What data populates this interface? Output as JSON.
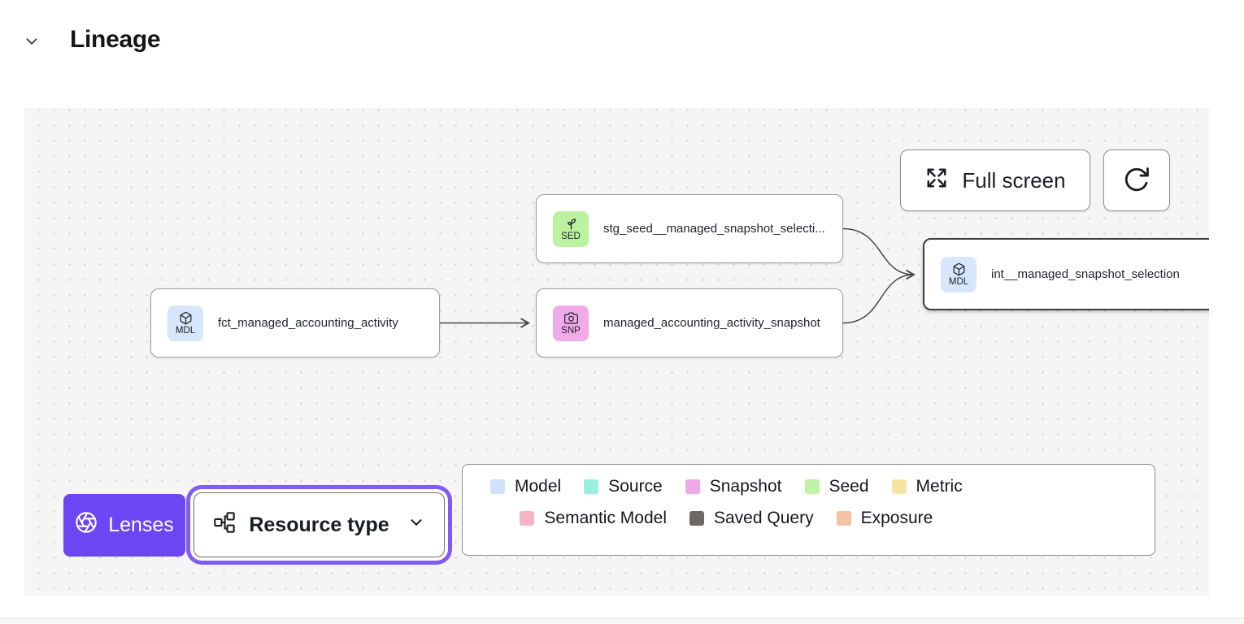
{
  "header": {
    "title": "Lineage"
  },
  "canvas": {
    "controls": {
      "full_screen_label": "Full screen"
    },
    "nodes": [
      {
        "badge": "MDL",
        "type": "model",
        "label": "fct_managed_accounting_activity",
        "badge_color": "#d8e6fb",
        "selected": false
      },
      {
        "badge": "SED",
        "type": "seed",
        "label": "stg_seed__managed_snapshot_selecti...",
        "badge_color": "#bbf2a0",
        "selected": false
      },
      {
        "badge": "SNP",
        "type": "snapshot",
        "label": "managed_accounting_activity_snapshot",
        "badge_color": "#f1abe9",
        "selected": false
      },
      {
        "badge": "MDL",
        "type": "model",
        "label": "int__managed_snapshot_selection",
        "badge_color": "#d8e6fb",
        "selected": true
      }
    ],
    "edges": [
      {
        "from": "fct_managed_accounting_activity",
        "to": "managed_accounting_activity_snapshot"
      },
      {
        "from": "stg_seed__managed_snapshot_selecti...",
        "to": "int__managed_snapshot_selection"
      },
      {
        "from": "managed_accounting_activity_snapshot",
        "to": "int__managed_snapshot_selection"
      }
    ],
    "lenses": {
      "label": "Lenses",
      "color": "#6b46f2"
    },
    "resource_type": {
      "label": "Resource type",
      "focus_ring_color": "#7f5cf7"
    },
    "legend": {
      "items": [
        {
          "label": "Model",
          "color": "#cfe1fb"
        },
        {
          "label": "Source",
          "color": "#9af0df"
        },
        {
          "label": "Snapshot",
          "color": "#f0a9e7"
        },
        {
          "label": "Seed",
          "color": "#c0f3a6"
        },
        {
          "label": "Metric",
          "color": "#f5e5a4"
        },
        {
          "label": "Semantic Model",
          "color": "#f4b6c2"
        },
        {
          "label": "Saved Query",
          "color": "#6d6864"
        },
        {
          "label": "Exposure",
          "color": "#f6c1a4"
        }
      ]
    }
  }
}
